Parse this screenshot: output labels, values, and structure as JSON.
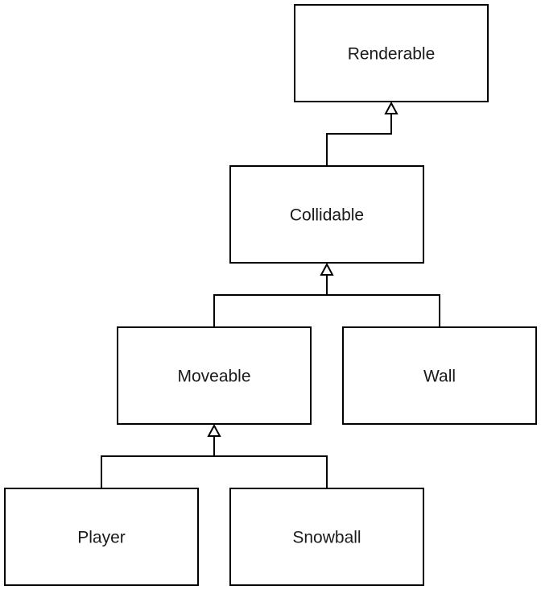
{
  "diagram": {
    "nodes": {
      "renderable": "Renderable",
      "collidable": "Collidable",
      "moveable": "Moveable",
      "wall": "Wall",
      "player": "Player",
      "snowball": "Snowball"
    },
    "inheritance": [
      {
        "child": "collidable",
        "parent": "renderable"
      },
      {
        "child": "moveable",
        "parent": "collidable"
      },
      {
        "child": "wall",
        "parent": "collidable"
      },
      {
        "child": "player",
        "parent": "moveable"
      },
      {
        "child": "snowball",
        "parent": "moveable"
      }
    ],
    "colors": {
      "stroke": "#000000",
      "fill": "#ffffff",
      "text": "#1a1a1a"
    }
  }
}
